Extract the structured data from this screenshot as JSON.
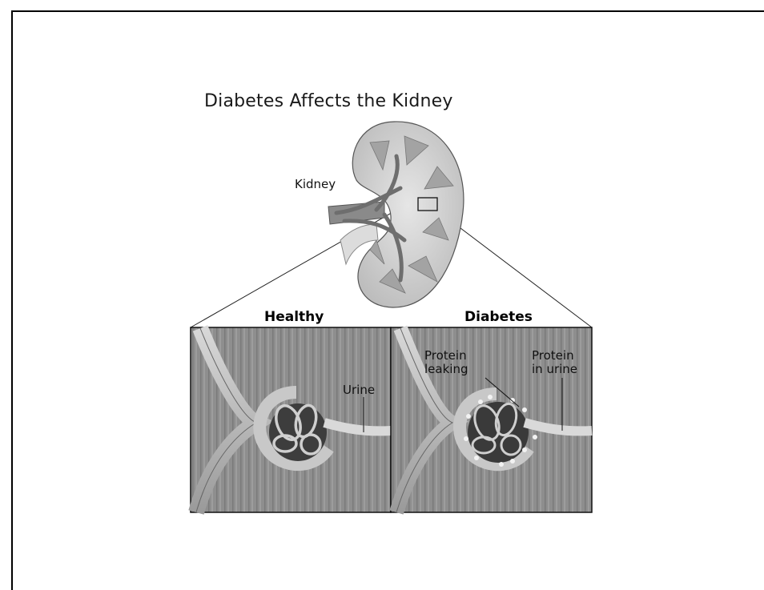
{
  "title": "Diabetes Affects the Kidney",
  "labels": {
    "kidney": "Kidney",
    "healthy": "Healthy",
    "diabetes": "Diabetes",
    "urine": "Urine",
    "protein_leaking": [
      "Protein",
      "leaking"
    ],
    "protein_in_urine": [
      "Protein",
      "in urine"
    ]
  }
}
